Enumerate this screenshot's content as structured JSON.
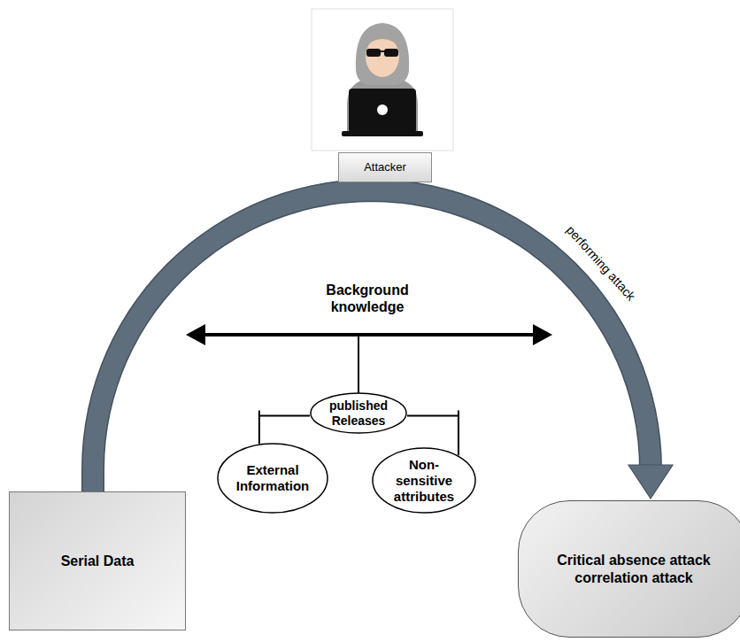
{
  "diagram": {
    "nodes": [
      {
        "text": [
          "Attacker"
        ]
      },
      {
        "text": [
          "published Releases"
        ]
      },
      {
        "text": [
          "External Information"
        ]
      },
      {
        "text": [
          "Non-sensitive attributes"
        ]
      },
      {
        "text": [
          "Serial Data"
        ]
      },
      {
        "text": [
          "Critical absence attack correlation attack"
        ]
      }
    ],
    "edges": [
      {
        "from": 4,
        "to": 5,
        "arrow": "to",
        "label": "performing attack"
      },
      {
        "from": 1,
        "to": 2,
        "arrow": "none"
      },
      {
        "from": 1,
        "to": 3,
        "arrow": "none"
      }
    ],
    "labels": [
      "Background knowledge"
    ]
  }
}
